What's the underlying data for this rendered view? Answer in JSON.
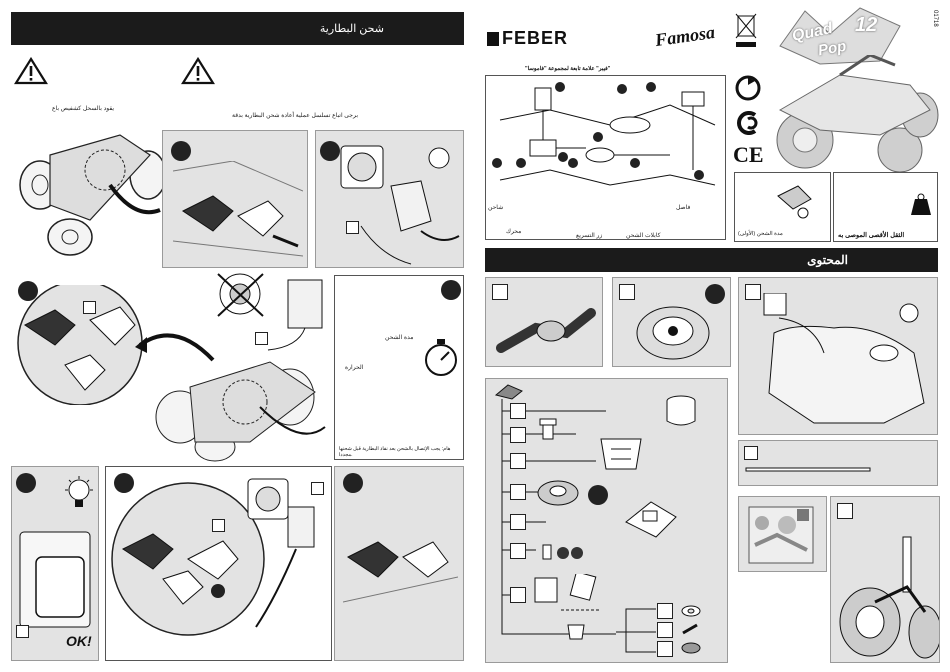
{
  "left_page": {
    "header_title": "شحن البطارية",
    "instruction_1": "يقود بالسحل كشفيص باع",
    "instruction_2": "برجى اتباع تسلسل عملية أعادة شحن البطارية بدقة",
    "charge_time_text": "مدة الشحن",
    "charge_hint": "الحرارة",
    "charge_footer": "هام: يجب الإتصال بالشحن بعد نفاذ البطارية قبل شحنها مجددا.",
    "ok_label": "OK!"
  },
  "right_page": {
    "brand_feber": "FEBER",
    "brand_famosa": "Famosa",
    "product_name_1": "Quad",
    "product_name_2": "Pop",
    "product_number": "12",
    "side_code": "01718",
    "diagram_caption": "\"فيبر\" علامة تابعة لمجموعة \"فاموسا\"",
    "diagram_labels": [
      "فاصل",
      "شاحن",
      "محرك",
      "زر التسريع",
      "كابلات الشحن"
    ],
    "spec_time_label": "مدة الشحن (الأولى)",
    "spec_max_weight": "الثقل الأقصى الموصى به",
    "contents_header": "المحتوى"
  }
}
